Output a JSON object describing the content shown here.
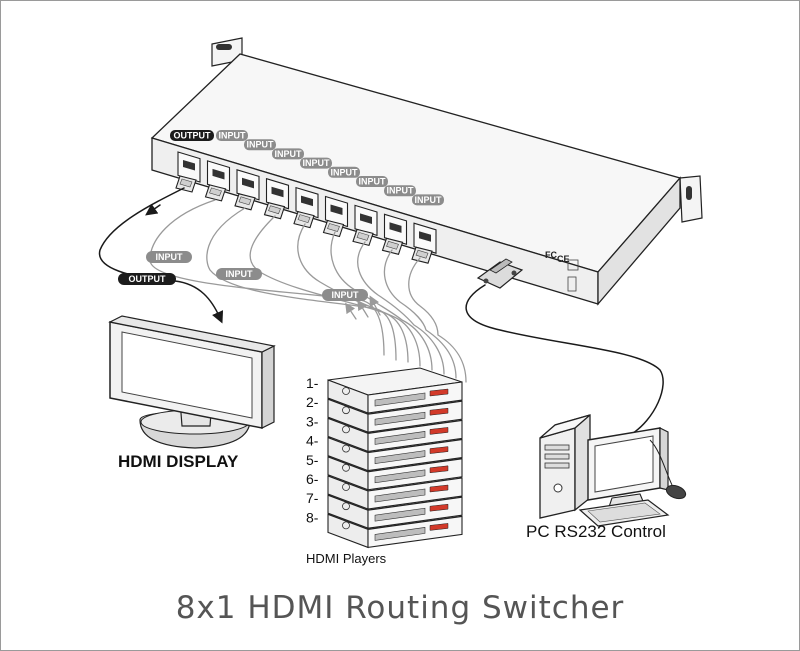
{
  "labels": {
    "output": "OUTPUT",
    "input": "INPUT",
    "hdmi_display": "HDMI DISPLAY",
    "hdmi_players": "HDMI Players",
    "pc_control": "PC RS232 Control",
    "title": "8x1 HDMI Routing Switcher",
    "ce_mark": "CE",
    "fc_mark": "FC"
  },
  "player_numbers": [
    "1-",
    "2-",
    "3-",
    "4-",
    "5-",
    "6-",
    "7-",
    "8-"
  ],
  "colors": {
    "line": "#1a1a1a",
    "label_dark": "#1c1c1c",
    "label_gray": "#8c8c8c",
    "title": "#555555",
    "red_tag": "#d23a2a"
  }
}
